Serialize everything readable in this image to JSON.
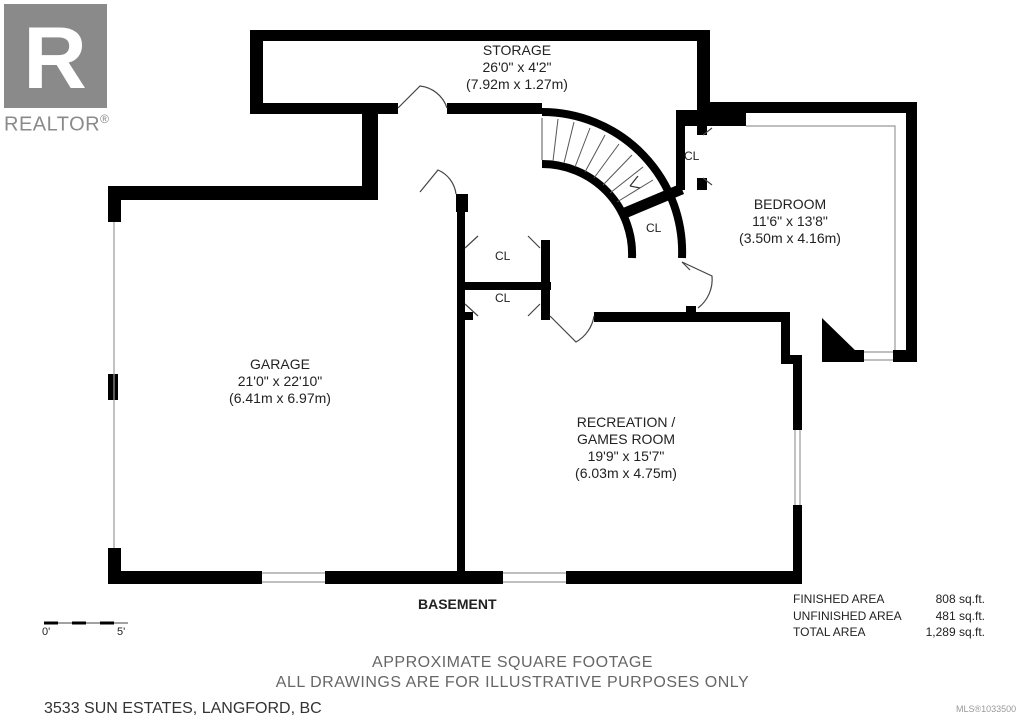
{
  "brand": {
    "logo_letter": "R",
    "logo_text": "REALTOR",
    "registered_mark": "®",
    "logo_color": "#8a8a8a"
  },
  "rooms": [
    {
      "id": "storage",
      "name": [
        "STORAGE"
      ],
      "imperial": "26'0\" x 4'2\"",
      "metric": "(7.92m x 1.27m)"
    },
    {
      "id": "bedroom",
      "name": [
        "BEDROOM"
      ],
      "imperial": "11'6\" x 13'8\"",
      "metric": "(3.50m x 4.16m)"
    },
    {
      "id": "garage",
      "name": [
        "GARAGE"
      ],
      "imperial": "21'0\" x 22'10\"",
      "metric": "(6.41m x 6.97m)"
    },
    {
      "id": "recreation",
      "name": [
        "RECREATION /",
        "GAMES ROOM"
      ],
      "imperial": "19'9\" x 15'7\"",
      "metric": "(6.03m x 4.75m)"
    }
  ],
  "closet_label": "CL",
  "floor_label": "BASEMENT",
  "scale": {
    "start": "0'",
    "end": "5'"
  },
  "areas": [
    {
      "label": "FINISHED AREA",
      "value": "808 sq.ft."
    },
    {
      "label": "UNFINISHED AREA",
      "value": "481 sq.ft."
    },
    {
      "label": "TOTAL AREA",
      "value": "1,289 sq.ft."
    }
  ],
  "disclaimer": [
    "APPROXIMATE SQUARE FOOTAGE",
    "ALL DRAWINGS ARE FOR ILLUSTRATIVE PURPOSES ONLY"
  ],
  "address": "3533 SUN ESTATES, LANGFORD, BC",
  "mls": "MLS®1033500",
  "colors": {
    "wall": "#000000",
    "window": "#999999",
    "text": "#222222",
    "footer": "#666666"
  }
}
